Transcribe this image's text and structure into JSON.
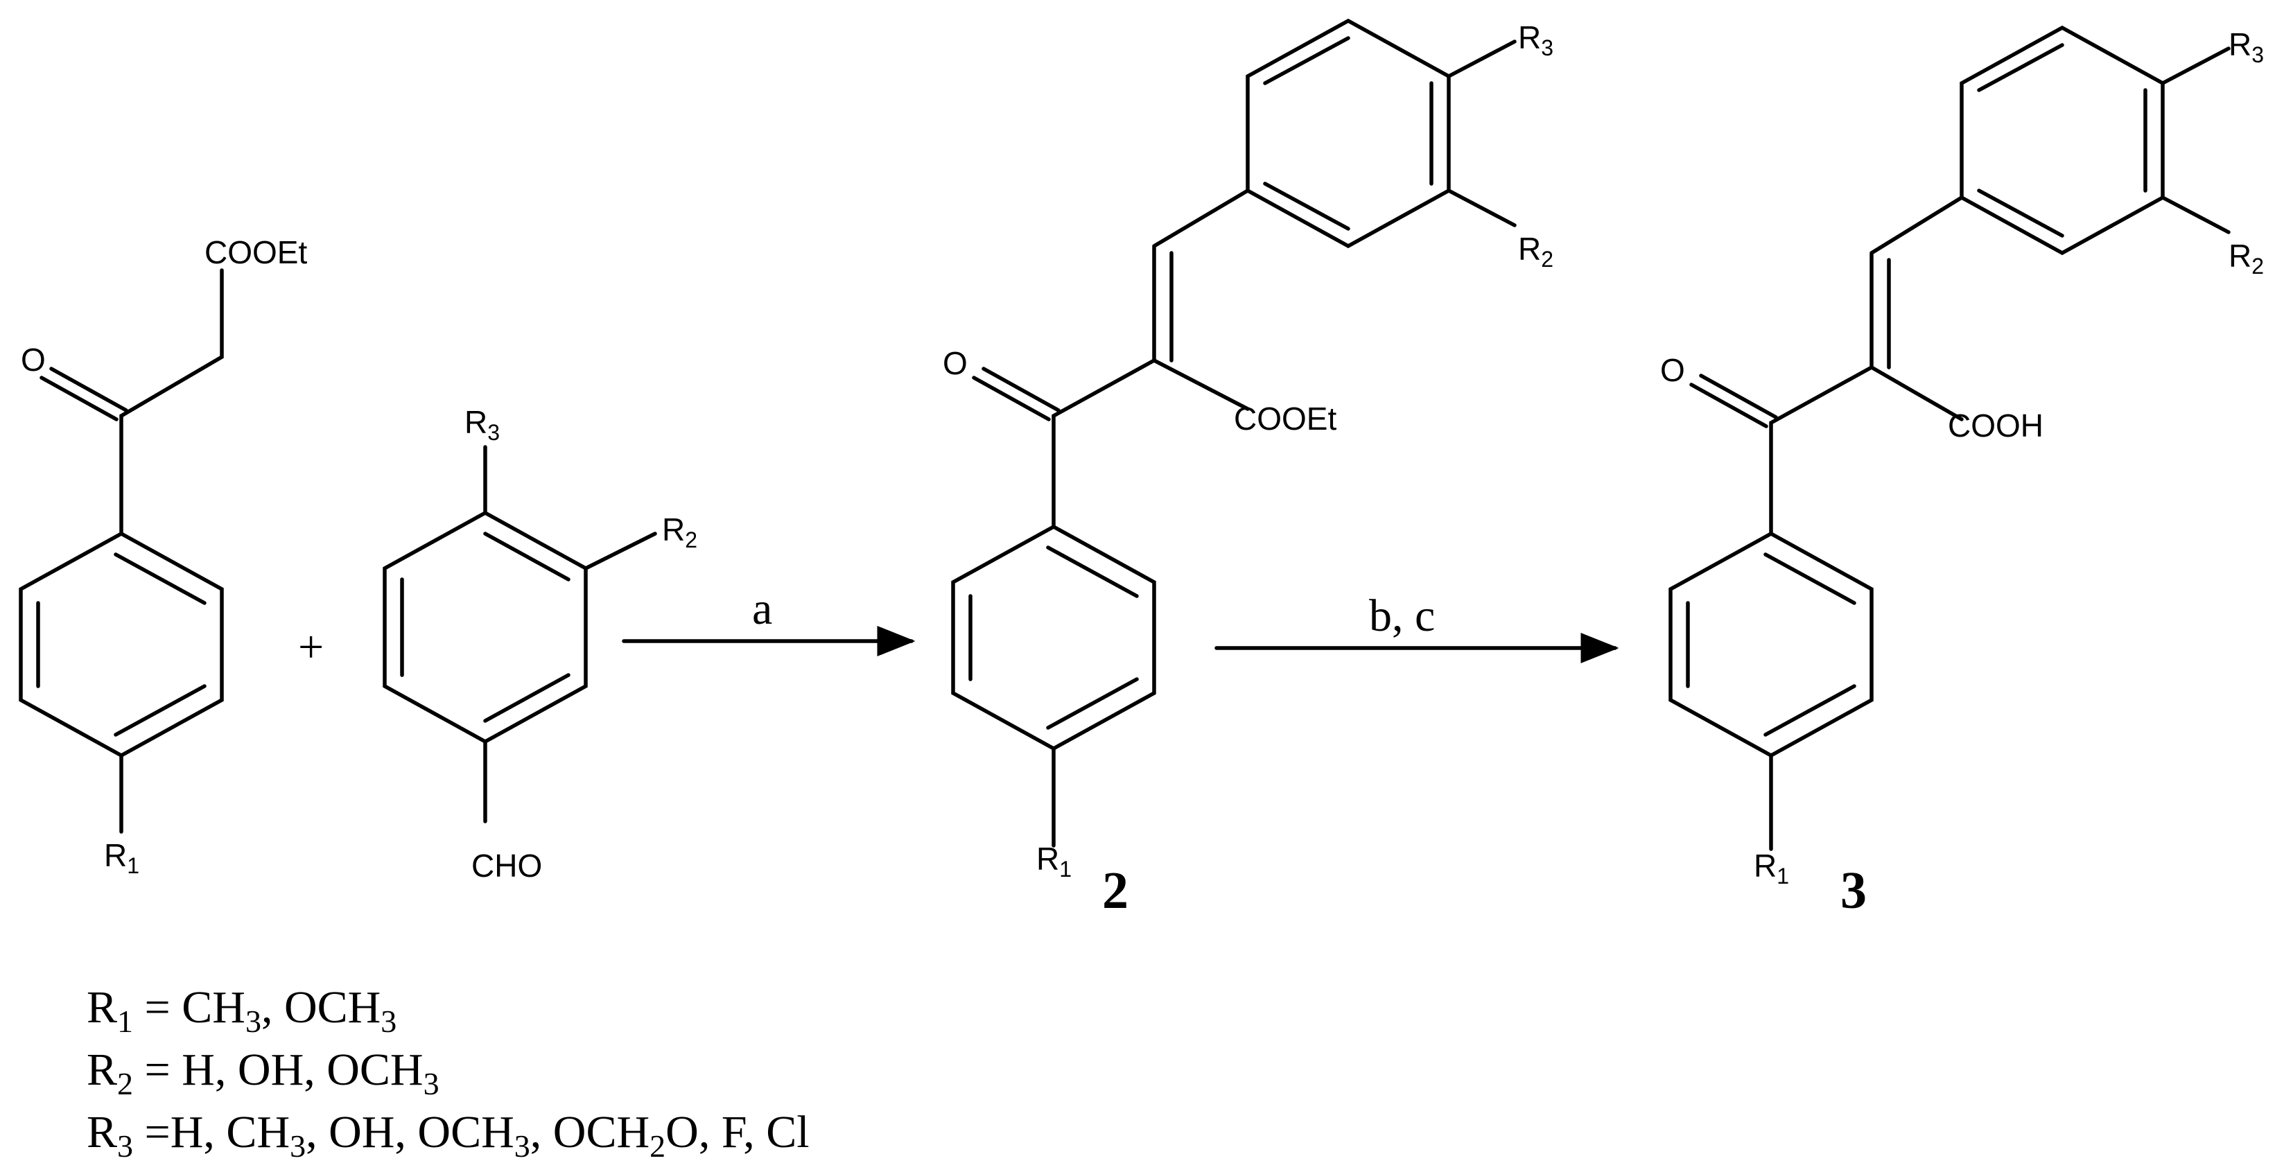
{
  "labels": {
    "cooet": "COOEt",
    "cooh": "COOH",
    "cho": "CHO",
    "oxygen": "O",
    "r": "R",
    "sub1": "1",
    "sub2": "2",
    "sub3": "3"
  },
  "plus": "+",
  "conditions": {
    "step1": "a",
    "step2": "b, c"
  },
  "compounds": {
    "c2": "2",
    "c3": "3"
  },
  "legend": {
    "r1_label": "R",
    "r1_sub": "1",
    "r1_values": " = CH",
    "r1_sub2": "3",
    "r1_values2": ", OCH",
    "r1_sub3": "3",
    "r2_label": "R",
    "r2_sub": "2",
    "r2_values": " = H, OH, OCH",
    "r2_sub2": "3",
    "r3_label": "R",
    "r3_sub": "3",
    "r3_values": " =H, CH",
    "r3_sub2": "3",
    "r3_values2": ", OH, OCH",
    "r3_sub3": "3",
    "r3_values3": ", OCH",
    "r3_sub4": "2",
    "r3_values4": "O, F, Cl"
  }
}
